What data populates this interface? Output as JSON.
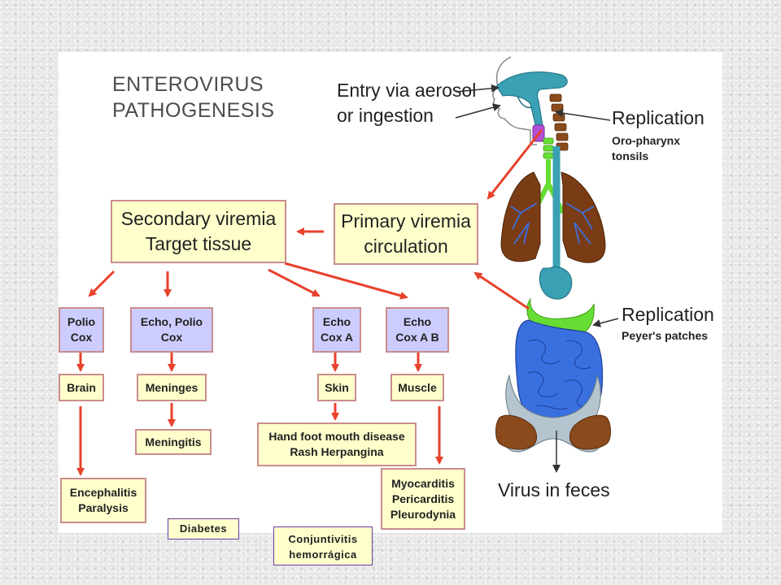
{
  "title": {
    "line1": "ENTEROVIRUS",
    "line2": "PATHOGENESIS"
  },
  "entry": {
    "line1": "Entry via aerosol",
    "line2": "or ingestion"
  },
  "replication_top": {
    "label": "Replication",
    "sub1": "Oro-pharynx",
    "sub2": "tonsils"
  },
  "replication_bottom": {
    "label": "Replication",
    "sub1": "Peyer's patches"
  },
  "virus_feces": "Virus in feces",
  "primary": {
    "line1": "Primary viremia",
    "line2": "circulation"
  },
  "secondary": {
    "line1": "Secondary viremia",
    "line2": "Target tissue"
  },
  "viruses": [
    {
      "line1": "Polio",
      "line2": "Cox"
    },
    {
      "line1": "Echo, Polio",
      "line2": "Cox"
    },
    {
      "line1": "Echo",
      "line2": "Cox A"
    },
    {
      "line1": "Echo",
      "line2": "Cox A B"
    }
  ],
  "tissues": [
    "Brain",
    "Meninges",
    "Skin",
    "Muscle"
  ],
  "diseases": {
    "meningitis": "Meningitis",
    "hfmd": {
      "line1": "Hand foot mouth disease",
      "line2": "Rash Herpangina"
    },
    "encephalitis": {
      "line1": "Encephalitis",
      "line2": "Paralysis"
    },
    "myocarditis": {
      "line1": "Myocarditis",
      "line2": "Pericarditis",
      "line3": "Pleurodynia"
    }
  },
  "extra": {
    "diabetes": "Diabetes",
    "conjuntivitis": {
      "line1": "Conjuntivitis",
      "line2": "hemorrágica"
    }
  },
  "colors": {
    "arrow": "#e8412c",
    "box_yellow": "#ffffcc",
    "box_purple": "#ccccff",
    "intestine": "#3a6fe0",
    "lung": "#7a3c14",
    "airway": "#3aa0b4",
    "small_gut": "#66dd33"
  }
}
